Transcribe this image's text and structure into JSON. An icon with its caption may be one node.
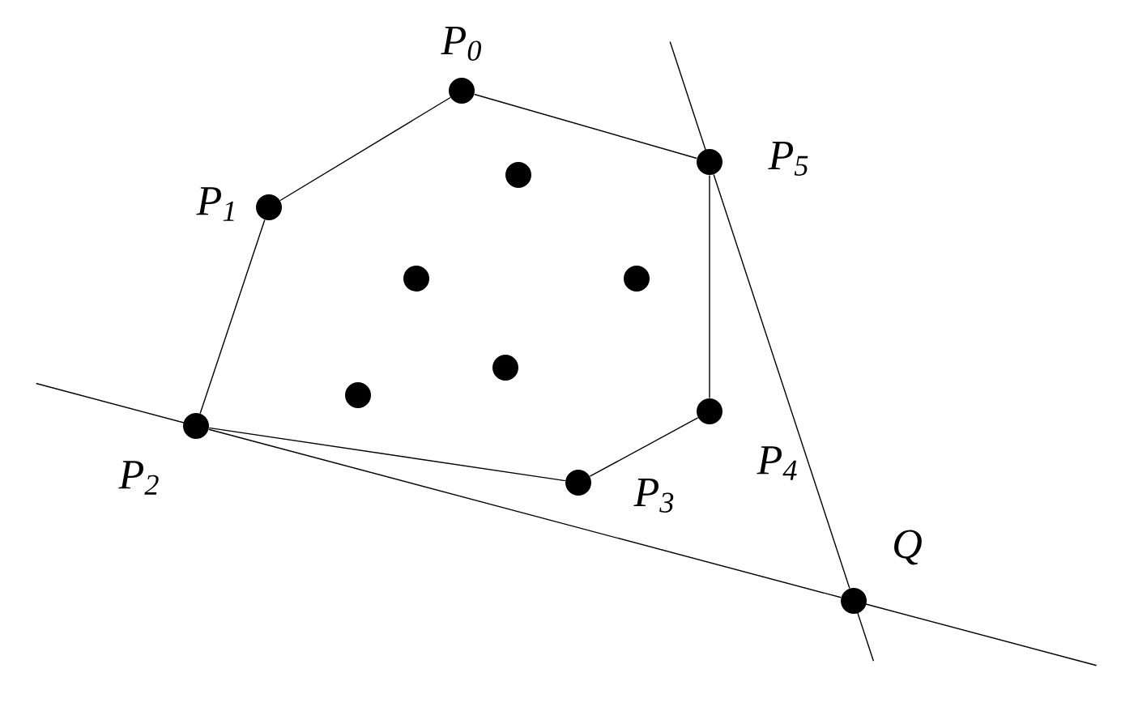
{
  "diagram": {
    "nodes": [
      {
        "text": [],
        "shape": "circle",
        "beside": [
          "P$_{0}$"
        ]
      },
      {
        "text": [],
        "shape": "circle",
        "beside": [
          "P$_{1}$"
        ]
      },
      {
        "text": [],
        "shape": "circle",
        "beside": [
          "P$_{2}$"
        ]
      },
      {
        "text": [],
        "shape": "circle",
        "beside": [
          "P$_{3}$"
        ]
      },
      {
        "text": [],
        "shape": "circle",
        "beside": [
          "P$_{4}$"
        ]
      },
      {
        "text": [],
        "shape": "circle",
        "beside": [
          "P$_{5}$"
        ]
      },
      {
        "text": [],
        "shape": "circle",
        "beside": [
          "Q"
        ]
      },
      {
        "text": [],
        "shape": "circle"
      },
      {
        "text": [],
        "shape": "circle"
      },
      {
        "text": [],
        "shape": "circle"
      },
      {
        "text": [],
        "shape": "circle"
      },
      {
        "text": [],
        "shape": "circle"
      }
    ],
    "edges": [
      {
        "from": 0,
        "to": 1,
        "arrow": "none"
      },
      {
        "from": 1,
        "to": 2,
        "arrow": "none"
      },
      {
        "from": 2,
        "to": 3,
        "arrow": "none"
      },
      {
        "from": 3,
        "to": 4,
        "arrow": "none"
      },
      {
        "from": 4,
        "to": 5,
        "arrow": "none"
      },
      {
        "from": 5,
        "to": 0,
        "arrow": "none"
      },
      {
        "from": 2,
        "to": 6,
        "arrow": "none"
      },
      {
        "from": 5,
        "to": 6,
        "arrow": "none"
      }
    ]
  }
}
